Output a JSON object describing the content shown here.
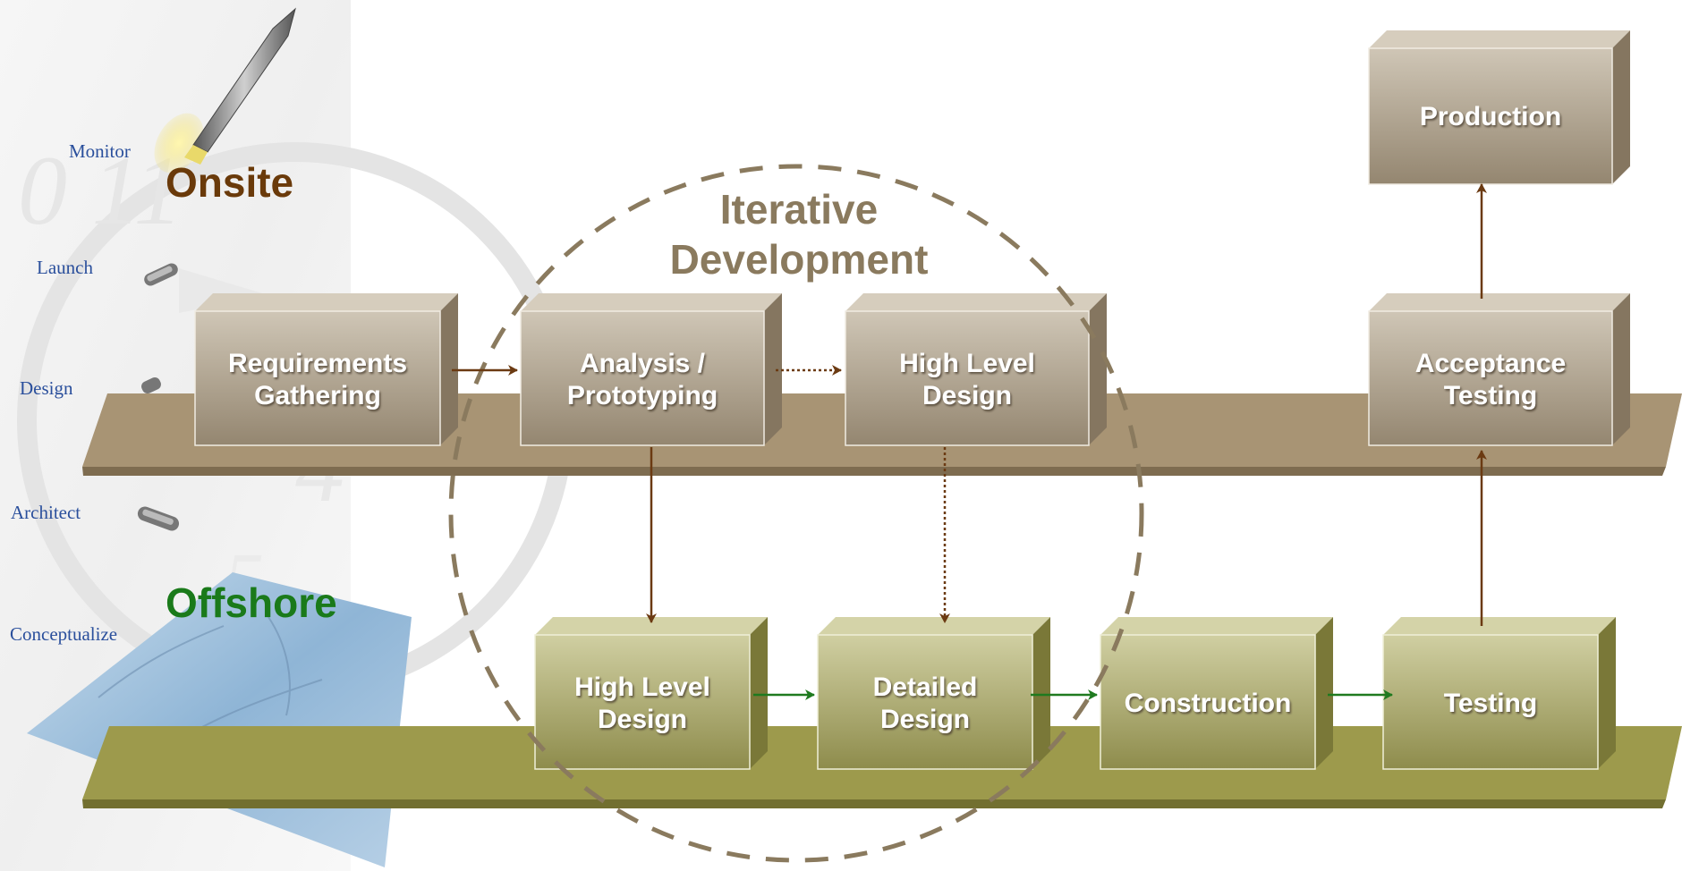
{
  "side_labels": {
    "monitor": "Monitor",
    "launch": "Launch",
    "design": "Design",
    "architect": "Architect",
    "conceptualize": "Conceptualize"
  },
  "tracks": {
    "onsite": "Onsite",
    "offshore": "Offshore"
  },
  "iterative": {
    "line1": "Iterative",
    "line2": "Development"
  },
  "boxes": {
    "requirements": {
      "line1": "Requirements",
      "line2": "Gathering"
    },
    "analysis": {
      "line1": "Analysis /",
      "line2": "Prototyping"
    },
    "hld_onsite": {
      "line1": "High Level",
      "line2": "Design"
    },
    "acceptance": {
      "line1": "Acceptance",
      "line2": "Testing"
    },
    "production": {
      "line1": "Production"
    },
    "hld_offshore": {
      "line1": "High Level",
      "line2": "Design"
    },
    "detailed": {
      "line1": "Detailed",
      "line2": "Design"
    },
    "construction": {
      "line1": "Construction"
    },
    "testing": {
      "line1": "Testing"
    }
  },
  "colors": {
    "onsite_box": "#a99a85",
    "offshore_box": "#a7a565",
    "onsite_band": "#a89474",
    "offshore_band": "#9d9a4c",
    "onsite_arrow": "#6b3a12",
    "offshore_arrow": "#1f7a1f",
    "onsite_title": "#6a3a0a",
    "offshore_title": "#1a7a1a",
    "circle": "#8a7a5e",
    "side_label": "#2a4f9c"
  }
}
